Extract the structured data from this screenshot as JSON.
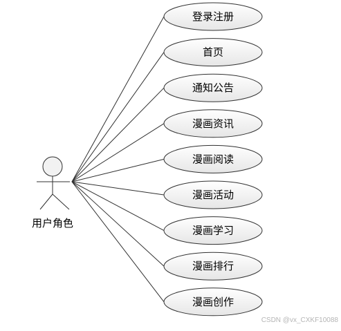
{
  "actor": {
    "label": "用户角色"
  },
  "use_cases": [
    {
      "label": "登录注册"
    },
    {
      "label": "首页"
    },
    {
      "label": "通知公告"
    },
    {
      "label": "漫画资讯"
    },
    {
      "label": "漫画阅读"
    },
    {
      "label": "漫画活动"
    },
    {
      "label": "漫画学习"
    },
    {
      "label": "漫画排行"
    },
    {
      "label": "漫画创作"
    }
  ],
  "watermark": "CSDN @vx_CXKF10088",
  "colors": {
    "ellipse_fill_top": "#ffffff",
    "ellipse_fill_bottom": "#e6e6e6",
    "stroke": "#303030"
  }
}
